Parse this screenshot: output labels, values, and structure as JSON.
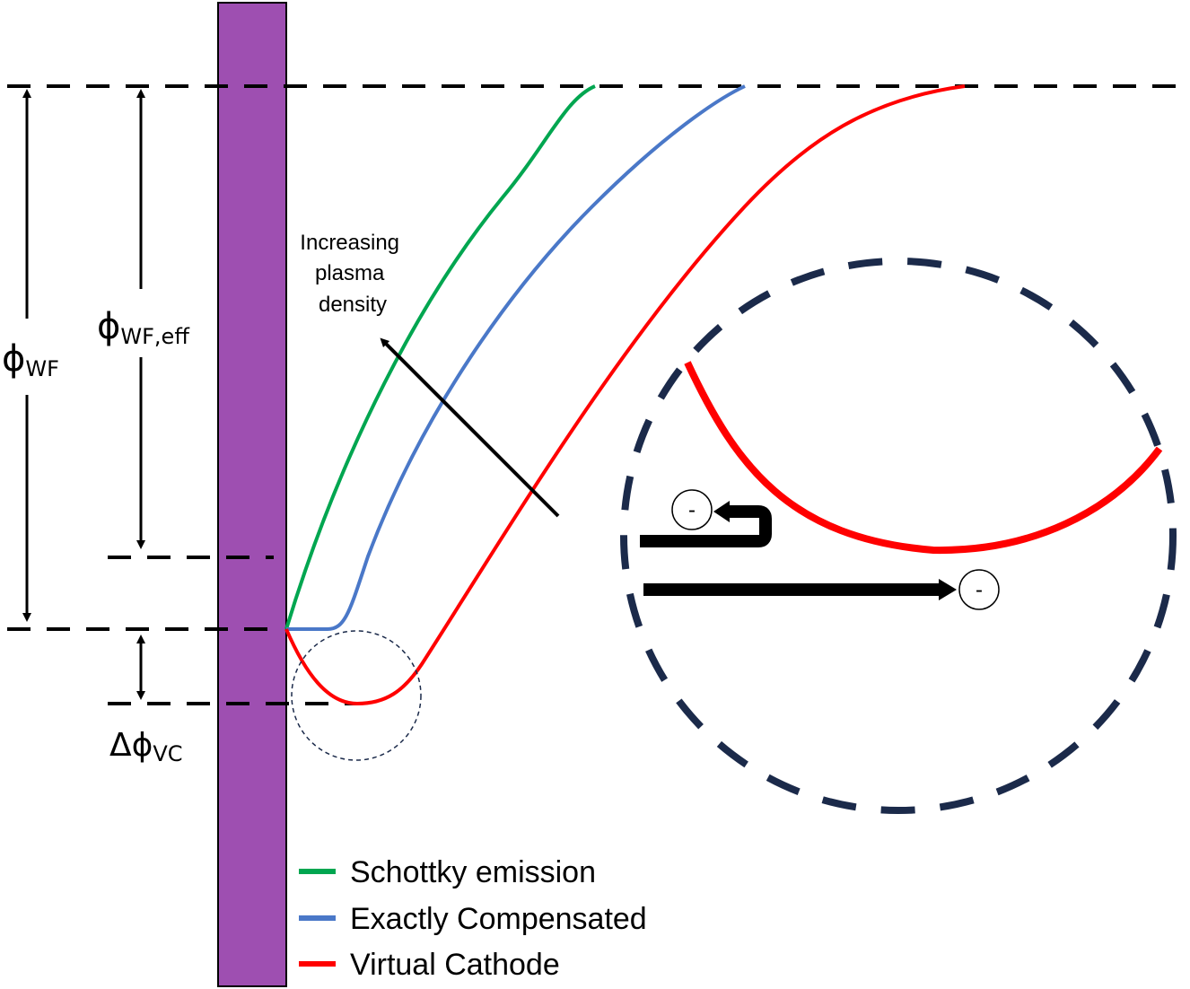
{
  "colors": {
    "cathode": "#9E4FB1",
    "schottky": "#00A650",
    "compensated": "#4A78C8",
    "virtual_cathode": "#FF0000",
    "zoom_circle": "#1B2A4A",
    "black": "#000000"
  },
  "labels": {
    "phi_wf_base": "ϕ",
    "phi_wf_sub": "WF",
    "phi_wf_eff_base": "ϕ",
    "phi_wf_eff_sub": "WF,eff",
    "delta_phi_vc_base": "Δϕ",
    "delta_phi_vc_sub": "VC",
    "arrow_line1": "Increasing",
    "arrow_line2": "plasma",
    "arrow_line3": "density",
    "electron_symbol": "-"
  },
  "legend": {
    "items": [
      {
        "label": "Schottky emission",
        "color": "#00A650"
      },
      {
        "label": "Exactly Compensated",
        "color": "#4A78C8"
      },
      {
        "label": "Virtual Cathode",
        "color": "#FF0000"
      }
    ]
  }
}
